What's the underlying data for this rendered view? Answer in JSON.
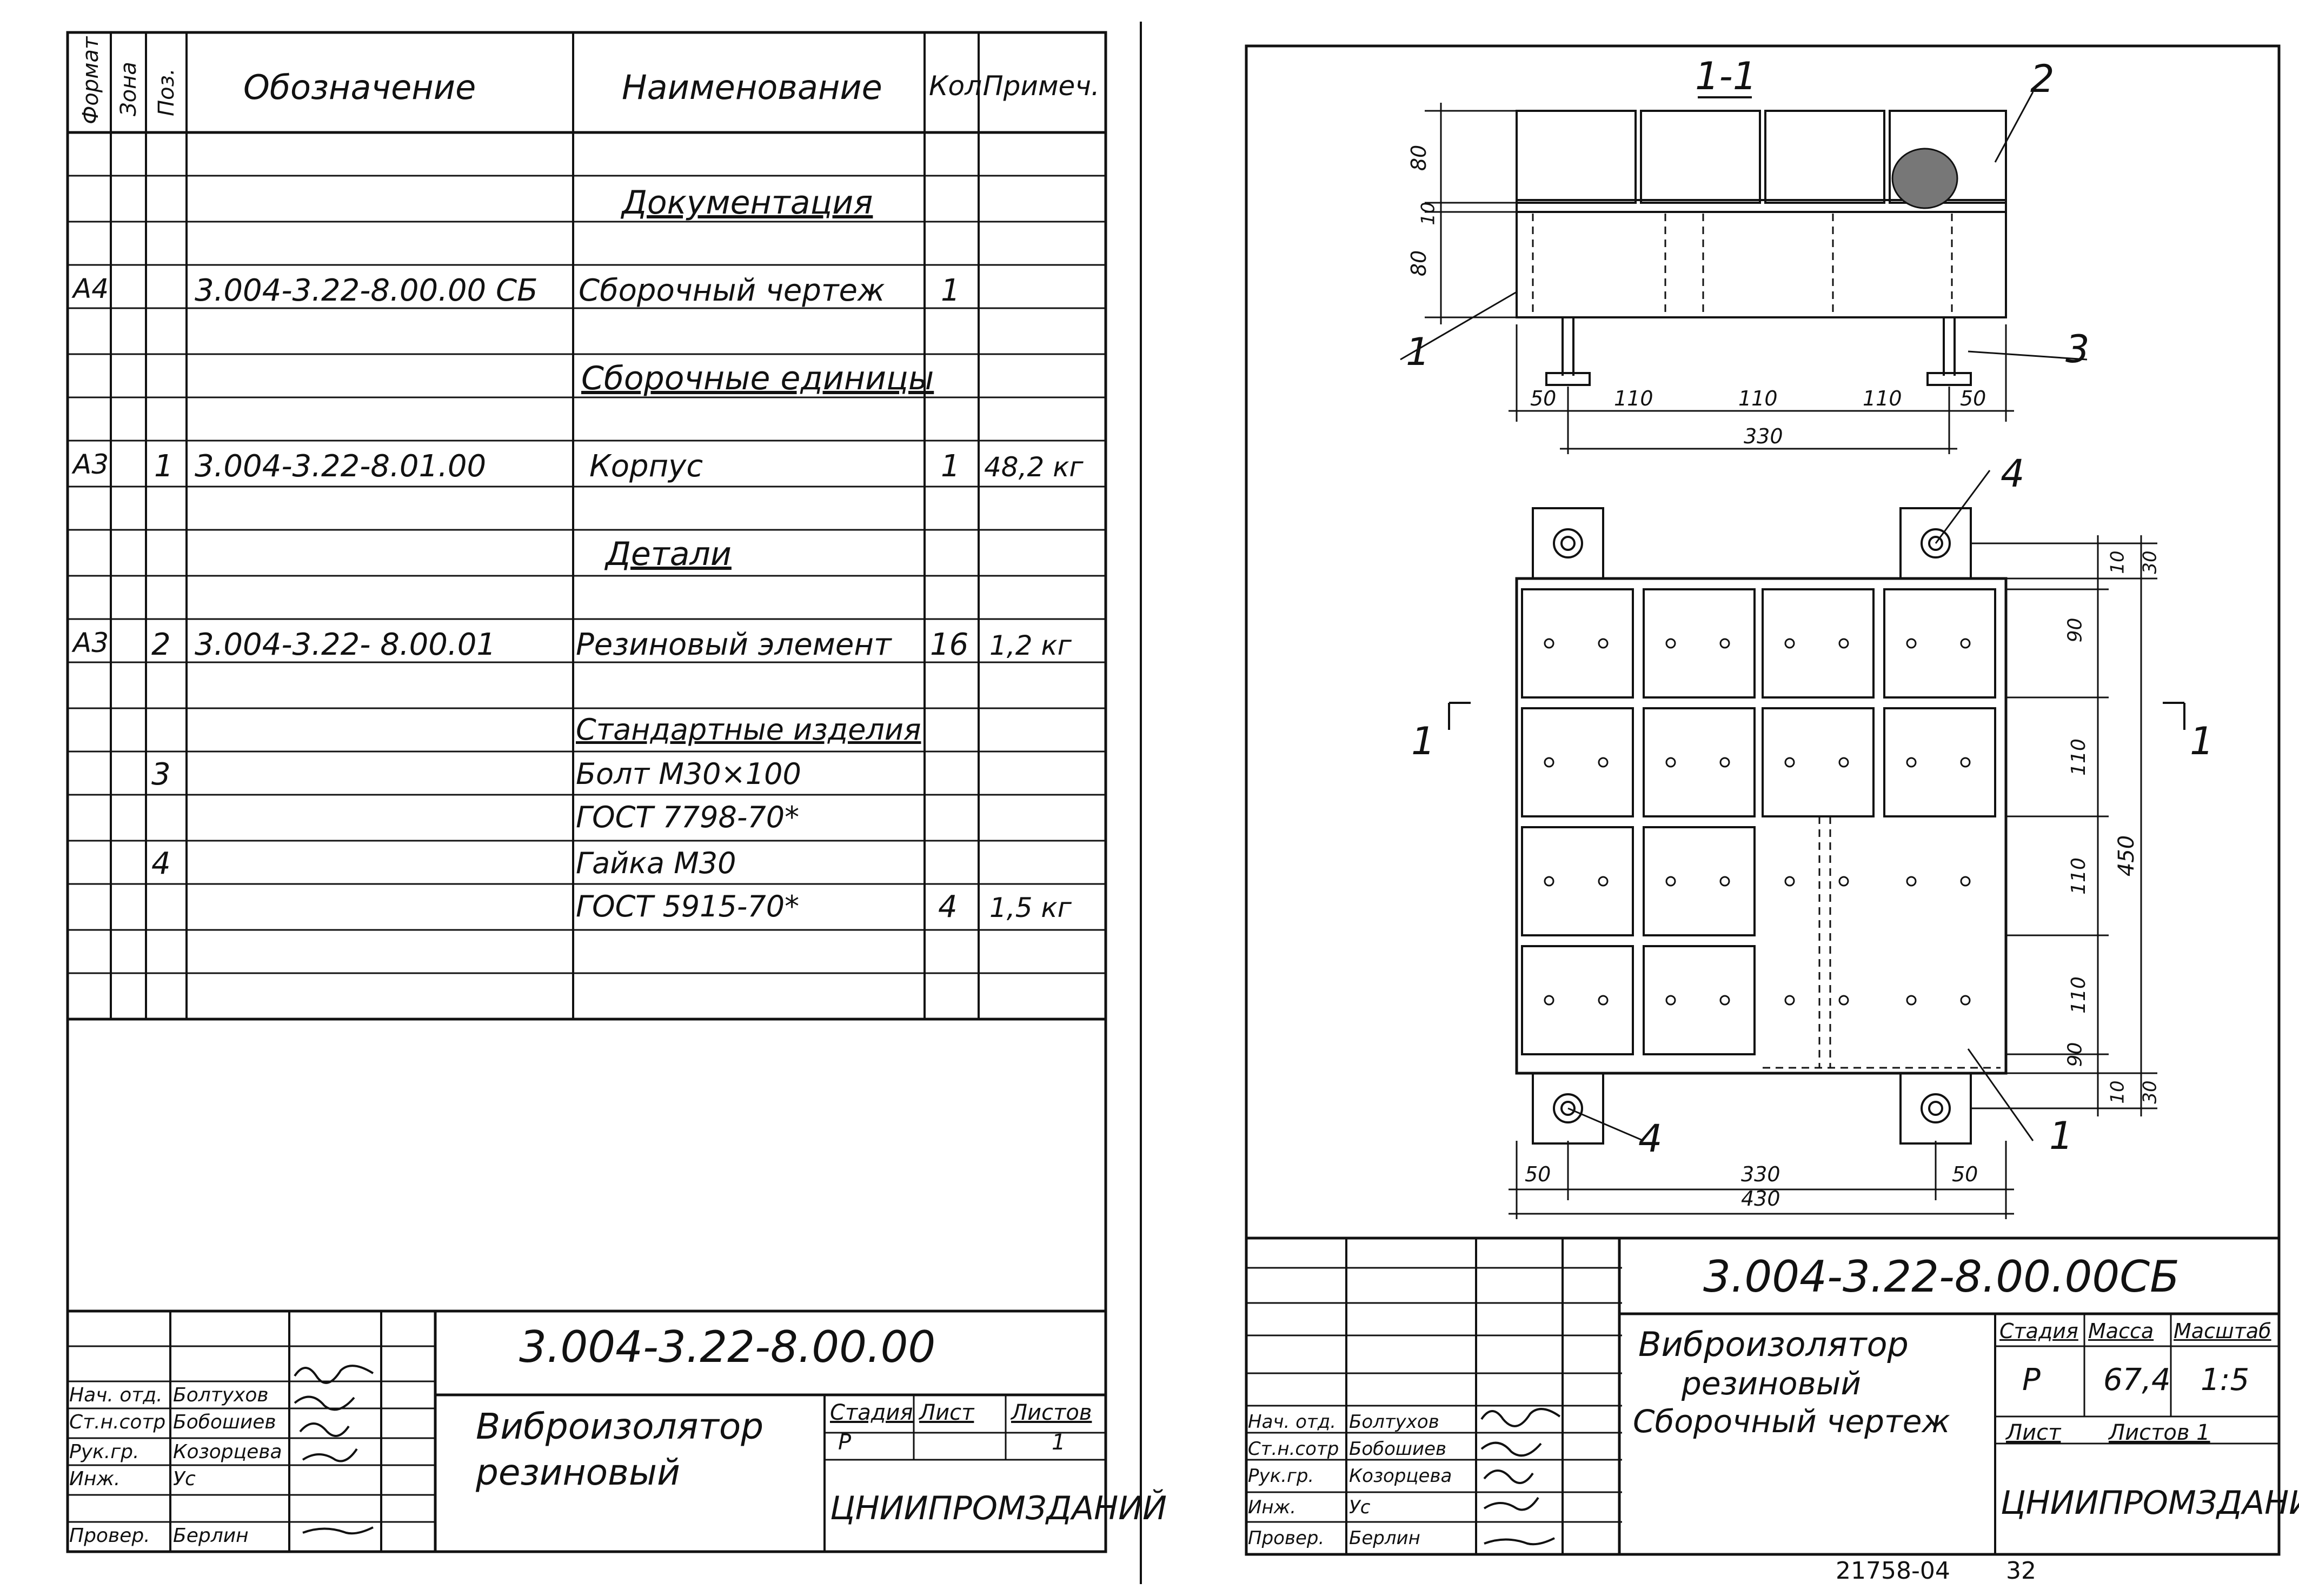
{
  "left_sheet": {
    "spec_headers": {
      "format": "Формат",
      "zone": "Зона",
      "pos": "Поз.",
      "designation": "Обозначение",
      "name": "Наименование",
      "qty": "Кол.",
      "note": "Примеч."
    },
    "sections": {
      "documentation": "Документация",
      "assembly_units": "Сборочные единицы",
      "details": "Детали",
      "standard_items": "Стандартные изделия"
    },
    "rows": [
      {
        "format": "А4",
        "pos": "",
        "designation": "3.004-3.22-8.00.00 СБ",
        "name": "Сборочный чертеж",
        "qty": "1",
        "note": ""
      },
      {
        "format": "А3",
        "pos": "1",
        "designation": "3.004-3.22-8.01.00",
        "name": "Корпус",
        "qty": "1",
        "note": "48,2 кг"
      },
      {
        "format": "А3",
        "pos": "2",
        "designation": "3.004-3.22- 8.00.01",
        "name": "Резиновый элемент",
        "qty": "16",
        "note": "1,2 кг"
      },
      {
        "format": "",
        "pos": "3",
        "designation": "",
        "name": "Болт М30×100",
        "qty": "",
        "note": ""
      },
      {
        "format": "",
        "pos": "",
        "designation": "",
        "name": "ГОСТ 7798-70*",
        "qty": "",
        "note": ""
      },
      {
        "format": "",
        "pos": "4",
        "designation": "",
        "name": "Гайка М30",
        "qty": "",
        "note": ""
      },
      {
        "format": "",
        "pos": "",
        "designation": "",
        "name": "ГОСТ 5915-70*",
        "qty": "4",
        "note": "1,5 кг"
      }
    ],
    "title_block": {
      "code": "3.004-3.22-8.00.00",
      "title_line1": "Виброизолятор",
      "title_line2": "резиновый",
      "stage_label": "Стадия",
      "sheet_label": "Лист",
      "sheets_label": "Листов",
      "stage": "Р",
      "sheets": "1",
      "org": "ЦНИИПРОМЗДАНИЙ",
      "roles": [
        "Нач. отд.",
        "Ст.н.сотр",
        "Рук.гр.",
        "Инж.",
        "Провер."
      ],
      "names": [
        "Болтухов",
        "Бобошиев",
        "Козорцева",
        "Ус",
        "Берлин"
      ]
    }
  },
  "right_sheet": {
    "section_label": "1-1",
    "callouts": [
      "1",
      "2",
      "3",
      "4",
      "4",
      "1"
    ],
    "cut_marks": [
      "1",
      "1"
    ],
    "dims_section": {
      "left_vertical": [
        "80",
        "10",
        "80"
      ],
      "bottom_chain": [
        "50",
        "110",
        "110",
        "110",
        "50"
      ],
      "bottom_total": "330"
    },
    "dims_plan": {
      "right_chain": [
        "30",
        "10",
        "90",
        "110",
        "110",
        "110",
        "90",
        "10",
        "30"
      ],
      "right_total": "450",
      "bottom_chain": [
        "50",
        "330",
        "50"
      ],
      "bottom_total": "430"
    },
    "title_block": {
      "code": "3.004-3.22-8.00.00СБ",
      "title_line1": "Виброизолятор",
      "title_line2": "резиновый",
      "title_line3": "Сборочный чертеж",
      "stage_label": "Стадия",
      "mass_label": "Масса",
      "scale_label": "Масштаб",
      "stage": "Р",
      "mass": "67,4",
      "scale": "1:5",
      "sheet_label": "Лист",
      "sheets_label": "Листов 1",
      "org": "ЦНИИПРОМЗДАНИЙ",
      "roles": [
        "Нач. отд.",
        "Ст.н.сотр",
        "Рук.гр.",
        "Инж.",
        "Провер."
      ],
      "names": [
        "Болтухов",
        "Бобошиев",
        "Козорцева",
        "Ус",
        "Берлин"
      ]
    },
    "footer_number": "21758-04",
    "footer_page": "32"
  }
}
